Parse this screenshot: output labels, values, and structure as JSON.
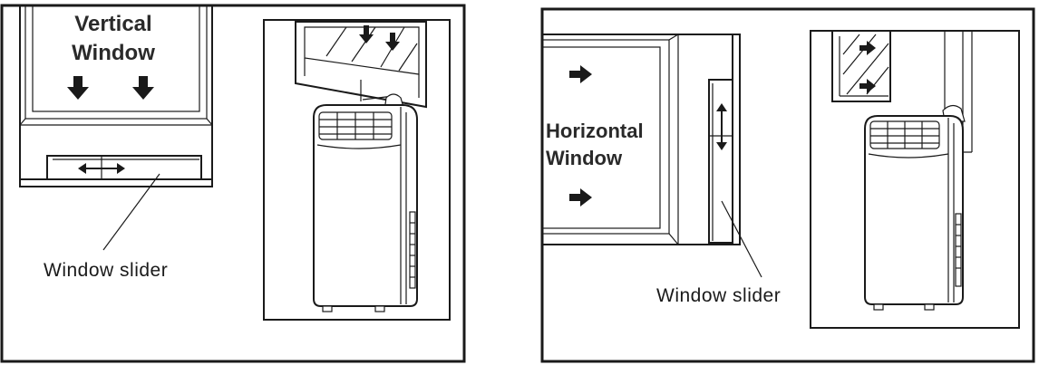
{
  "panels": [
    {
      "window_type": [
        "Vertical",
        "Window"
      ],
      "callout": "Window slider",
      "arrow_direction": "down",
      "slider_arrow": "horizontal-double-arrow"
    },
    {
      "window_type": [
        "Horizontal",
        "Window"
      ],
      "callout": "Window slider",
      "arrow_direction": "right",
      "slider_arrow": "vertical-double-arrow"
    }
  ],
  "colors": {
    "line": "#1a1a1a",
    "background": "#ffffff",
    "label": "#2a2a2a"
  }
}
